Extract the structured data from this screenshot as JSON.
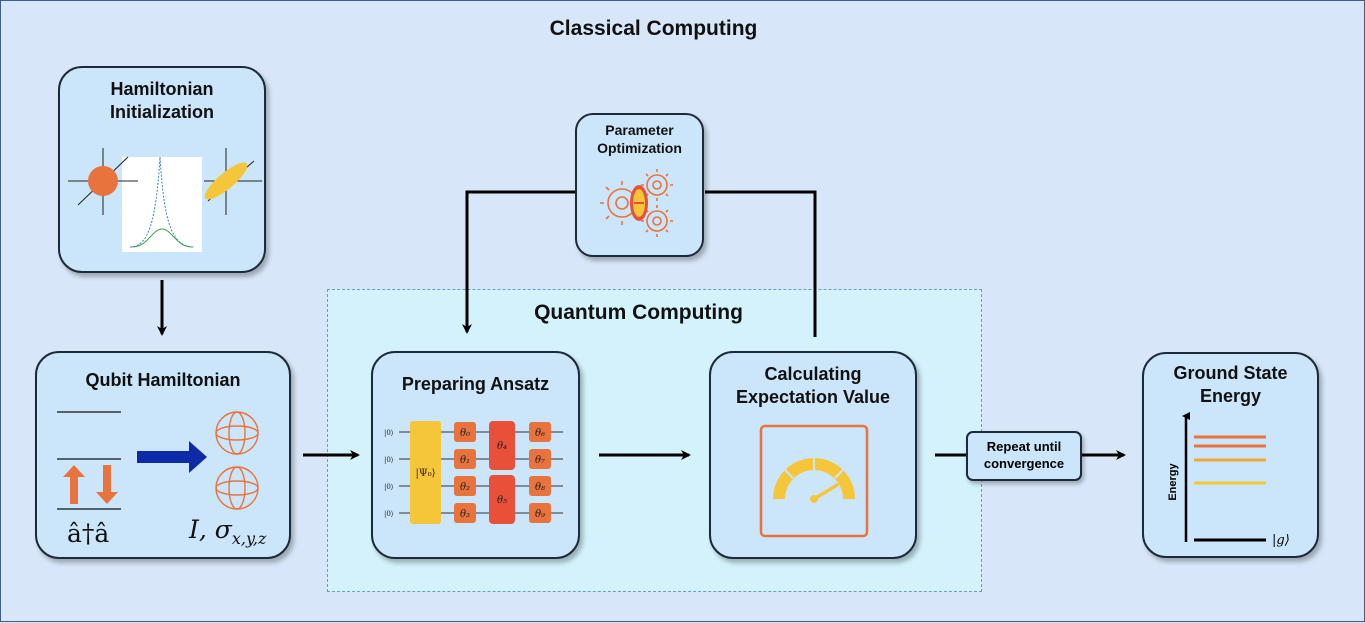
{
  "classical": {
    "title": "Classical Computing"
  },
  "quantum": {
    "title": "Quantum Computing"
  },
  "hamiltonian_init": {
    "title": "Hamiltonian Initialization"
  },
  "qubit_hamiltonian": {
    "title": "Qubit Hamiltonian",
    "left_label": "â†â",
    "right_label": "I, σ",
    "right_subscript": "x,y,z"
  },
  "parameter_opt": {
    "title": "Parameter Optimization"
  },
  "ansatz": {
    "title": "Preparing Ansatz",
    "kets": [
      "|0⟩",
      "|0⟩",
      "|0⟩",
      "|0⟩"
    ],
    "psi": "|Ψ₀⟩",
    "thetas": [
      "θ₀",
      "θ₁",
      "θ₂",
      "θ₃",
      "θ₄",
      "θ₅",
      "θ₆",
      "θ₇",
      "θ₈",
      "θ₉"
    ]
  },
  "expectation": {
    "title": "Calculating Expectation Value"
  },
  "repeat": {
    "label": "Repeat until convergence"
  },
  "ground": {
    "title": "Ground State Energy",
    "axis_label": "Energy",
    "ket": "|g⟩"
  },
  "colors": {
    "box_fill": "#cbe5fb",
    "orange": "#e8733c",
    "yellow": "#f5c63a",
    "red": "#e9503a",
    "blue_arrow": "#0d2aa8"
  }
}
